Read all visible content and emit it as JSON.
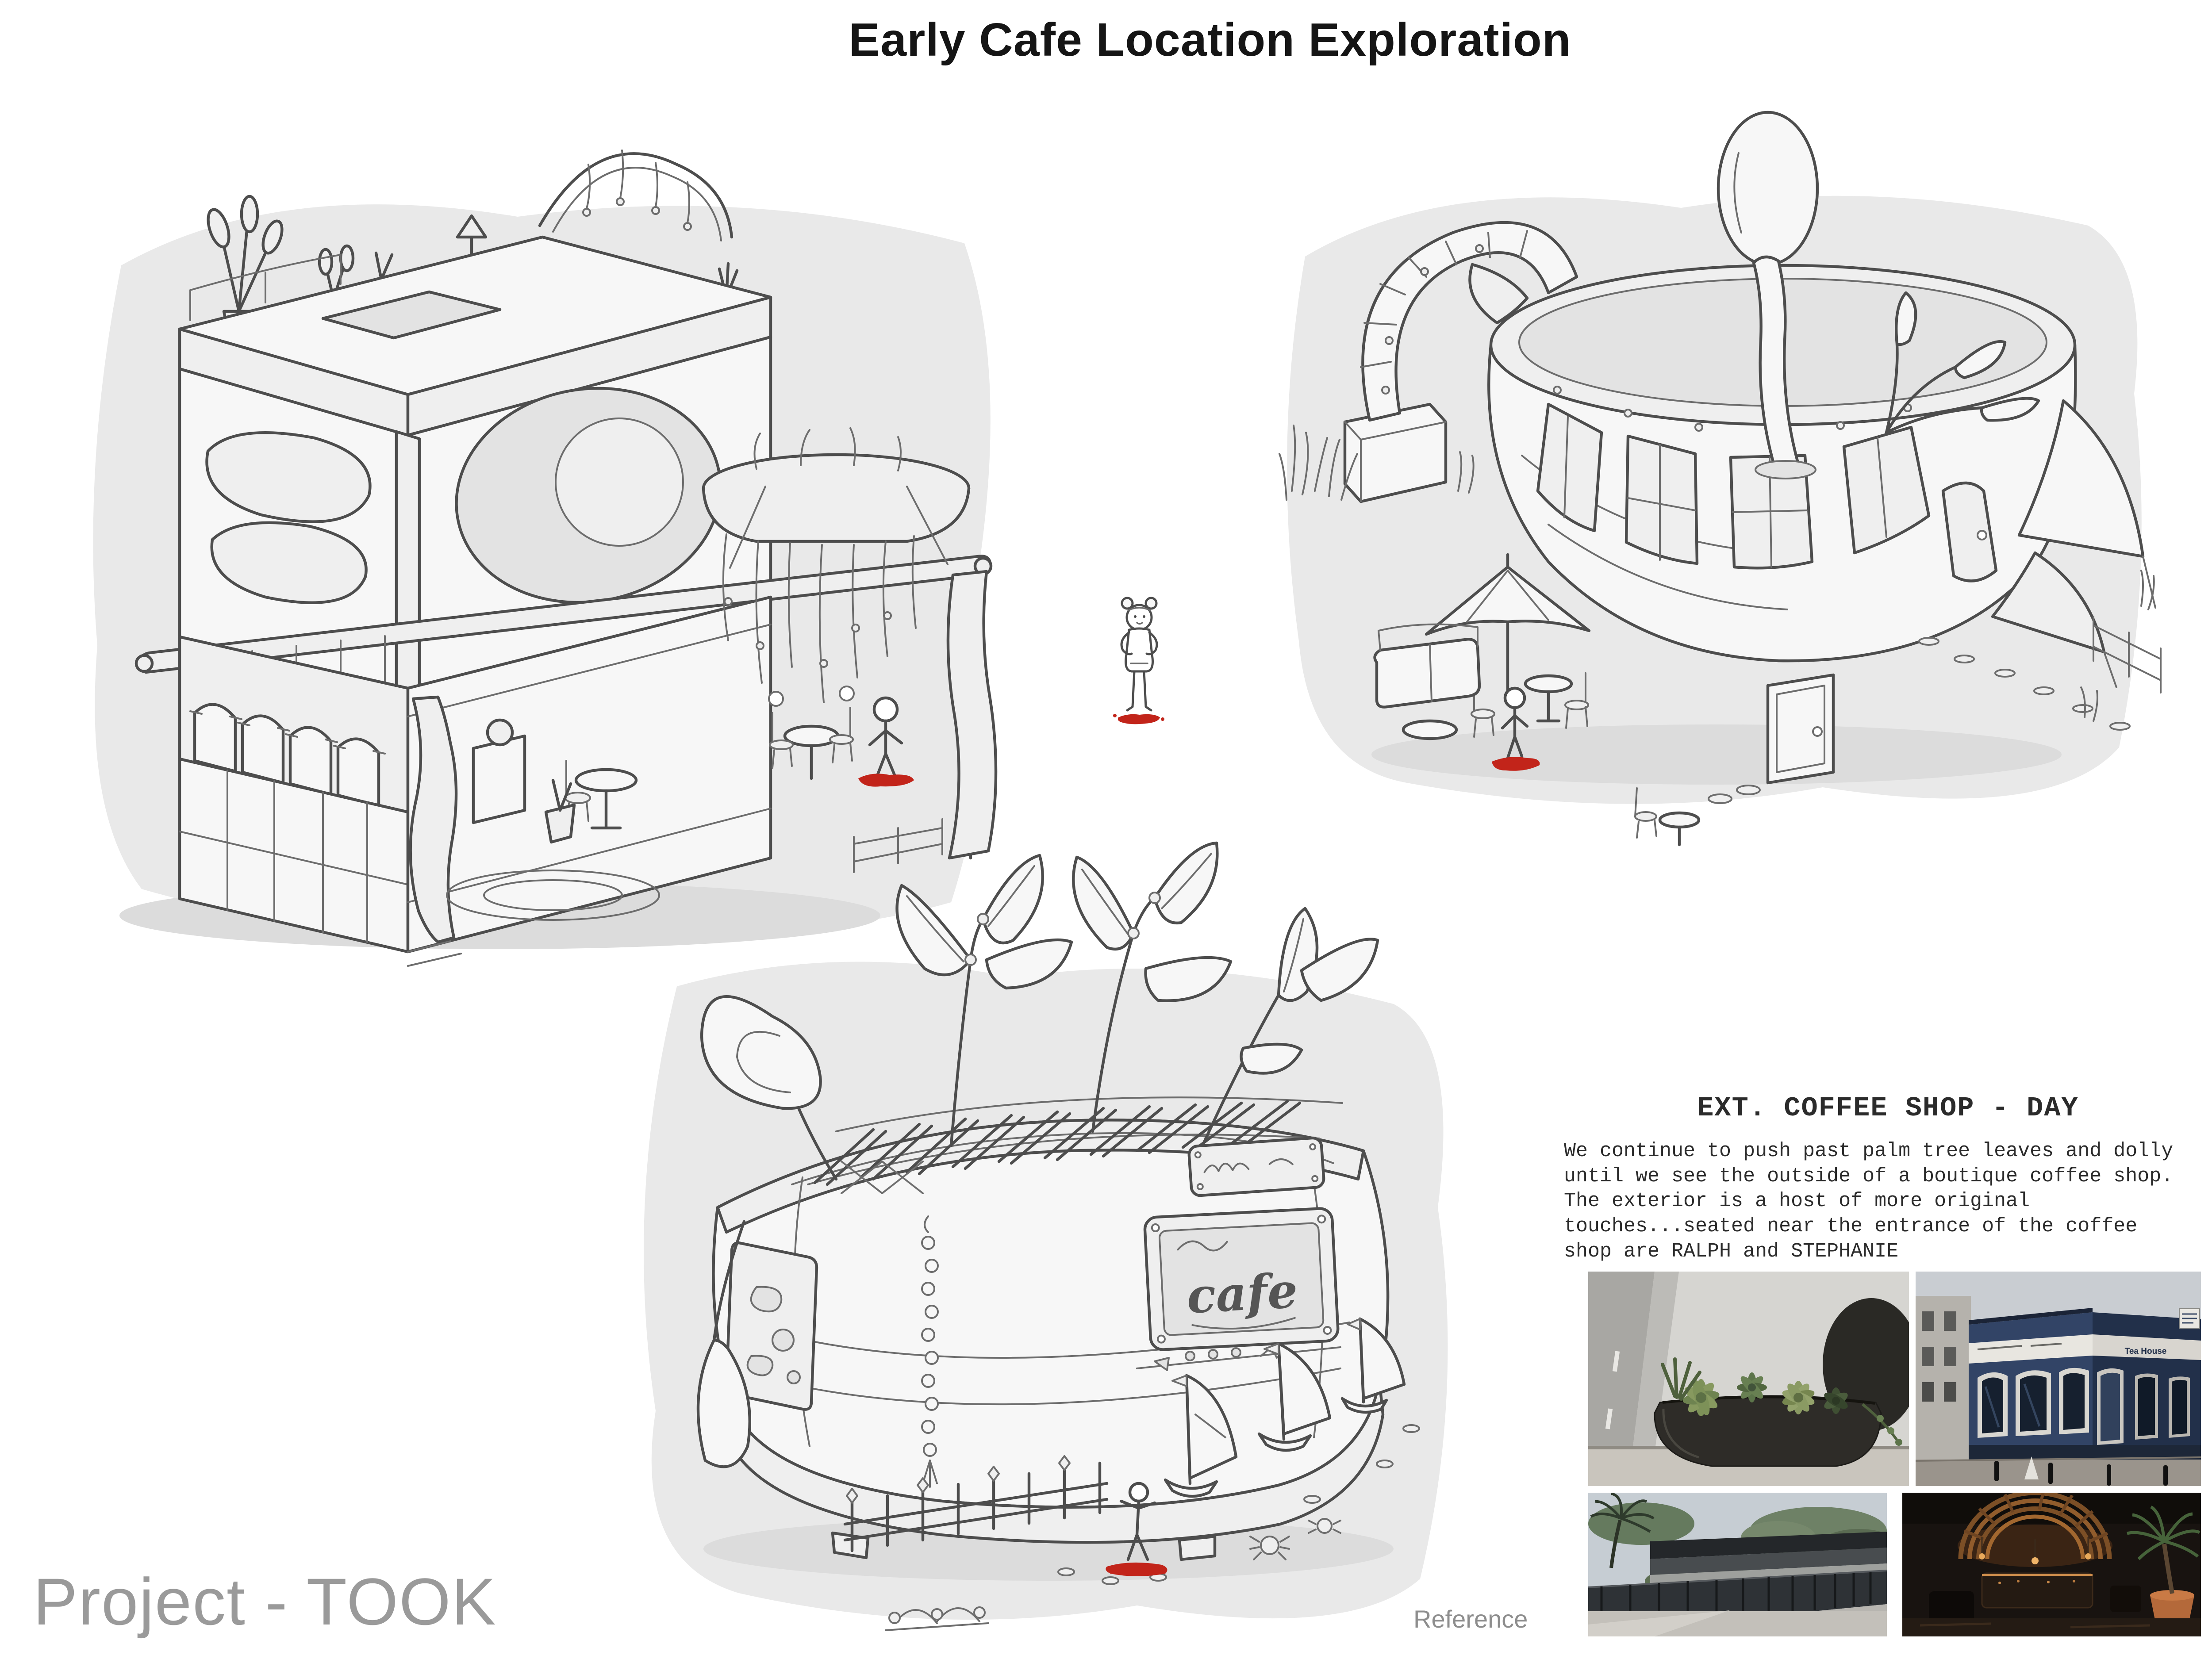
{
  "page": {
    "title": "Early Cafe Location Exploration",
    "project_label": "Project - TOOK",
    "reference_label": "Reference"
  },
  "screenplay": {
    "heading": "EXT. COFFEE SHOP - DAY",
    "body": "We continue to push past palm tree leaves and dolly\nuntil we see the outside of a boutique coffee shop.\nThe exterior is a host of more original\ntouches...seated near the entrance of the coffee\nshop are RALPH and STEPHANIE"
  },
  "sketches": {
    "arched_building": {
      "name": "arched-stone-cafe-sketch"
    },
    "teacup_building": {
      "name": "teacup-spoon-cafe-sketch"
    },
    "planter_building": {
      "name": "planter-cafe-sketch",
      "sign_text": "cafe"
    },
    "character": {
      "name": "character-figure-sketch"
    }
  },
  "photos": {
    "succulents": {
      "name": "succulent-planter-photo"
    },
    "tea_house": {
      "name": "blue-tea-house-storefront-photo",
      "sign_text": "Tea House"
    },
    "fence": {
      "name": "modern-fence-walkway-photo"
    },
    "interior": {
      "name": "cafe-interior-palm-photo"
    }
  },
  "palette": {
    "accent_red": "#c2241a",
    "sketch_ink": "#4d4d4d",
    "storefront_navy": "#2b3a55",
    "terracotta": "#b4693a",
    "plant_green": "#7d9158",
    "label_gray": "#9a9a9a"
  }
}
